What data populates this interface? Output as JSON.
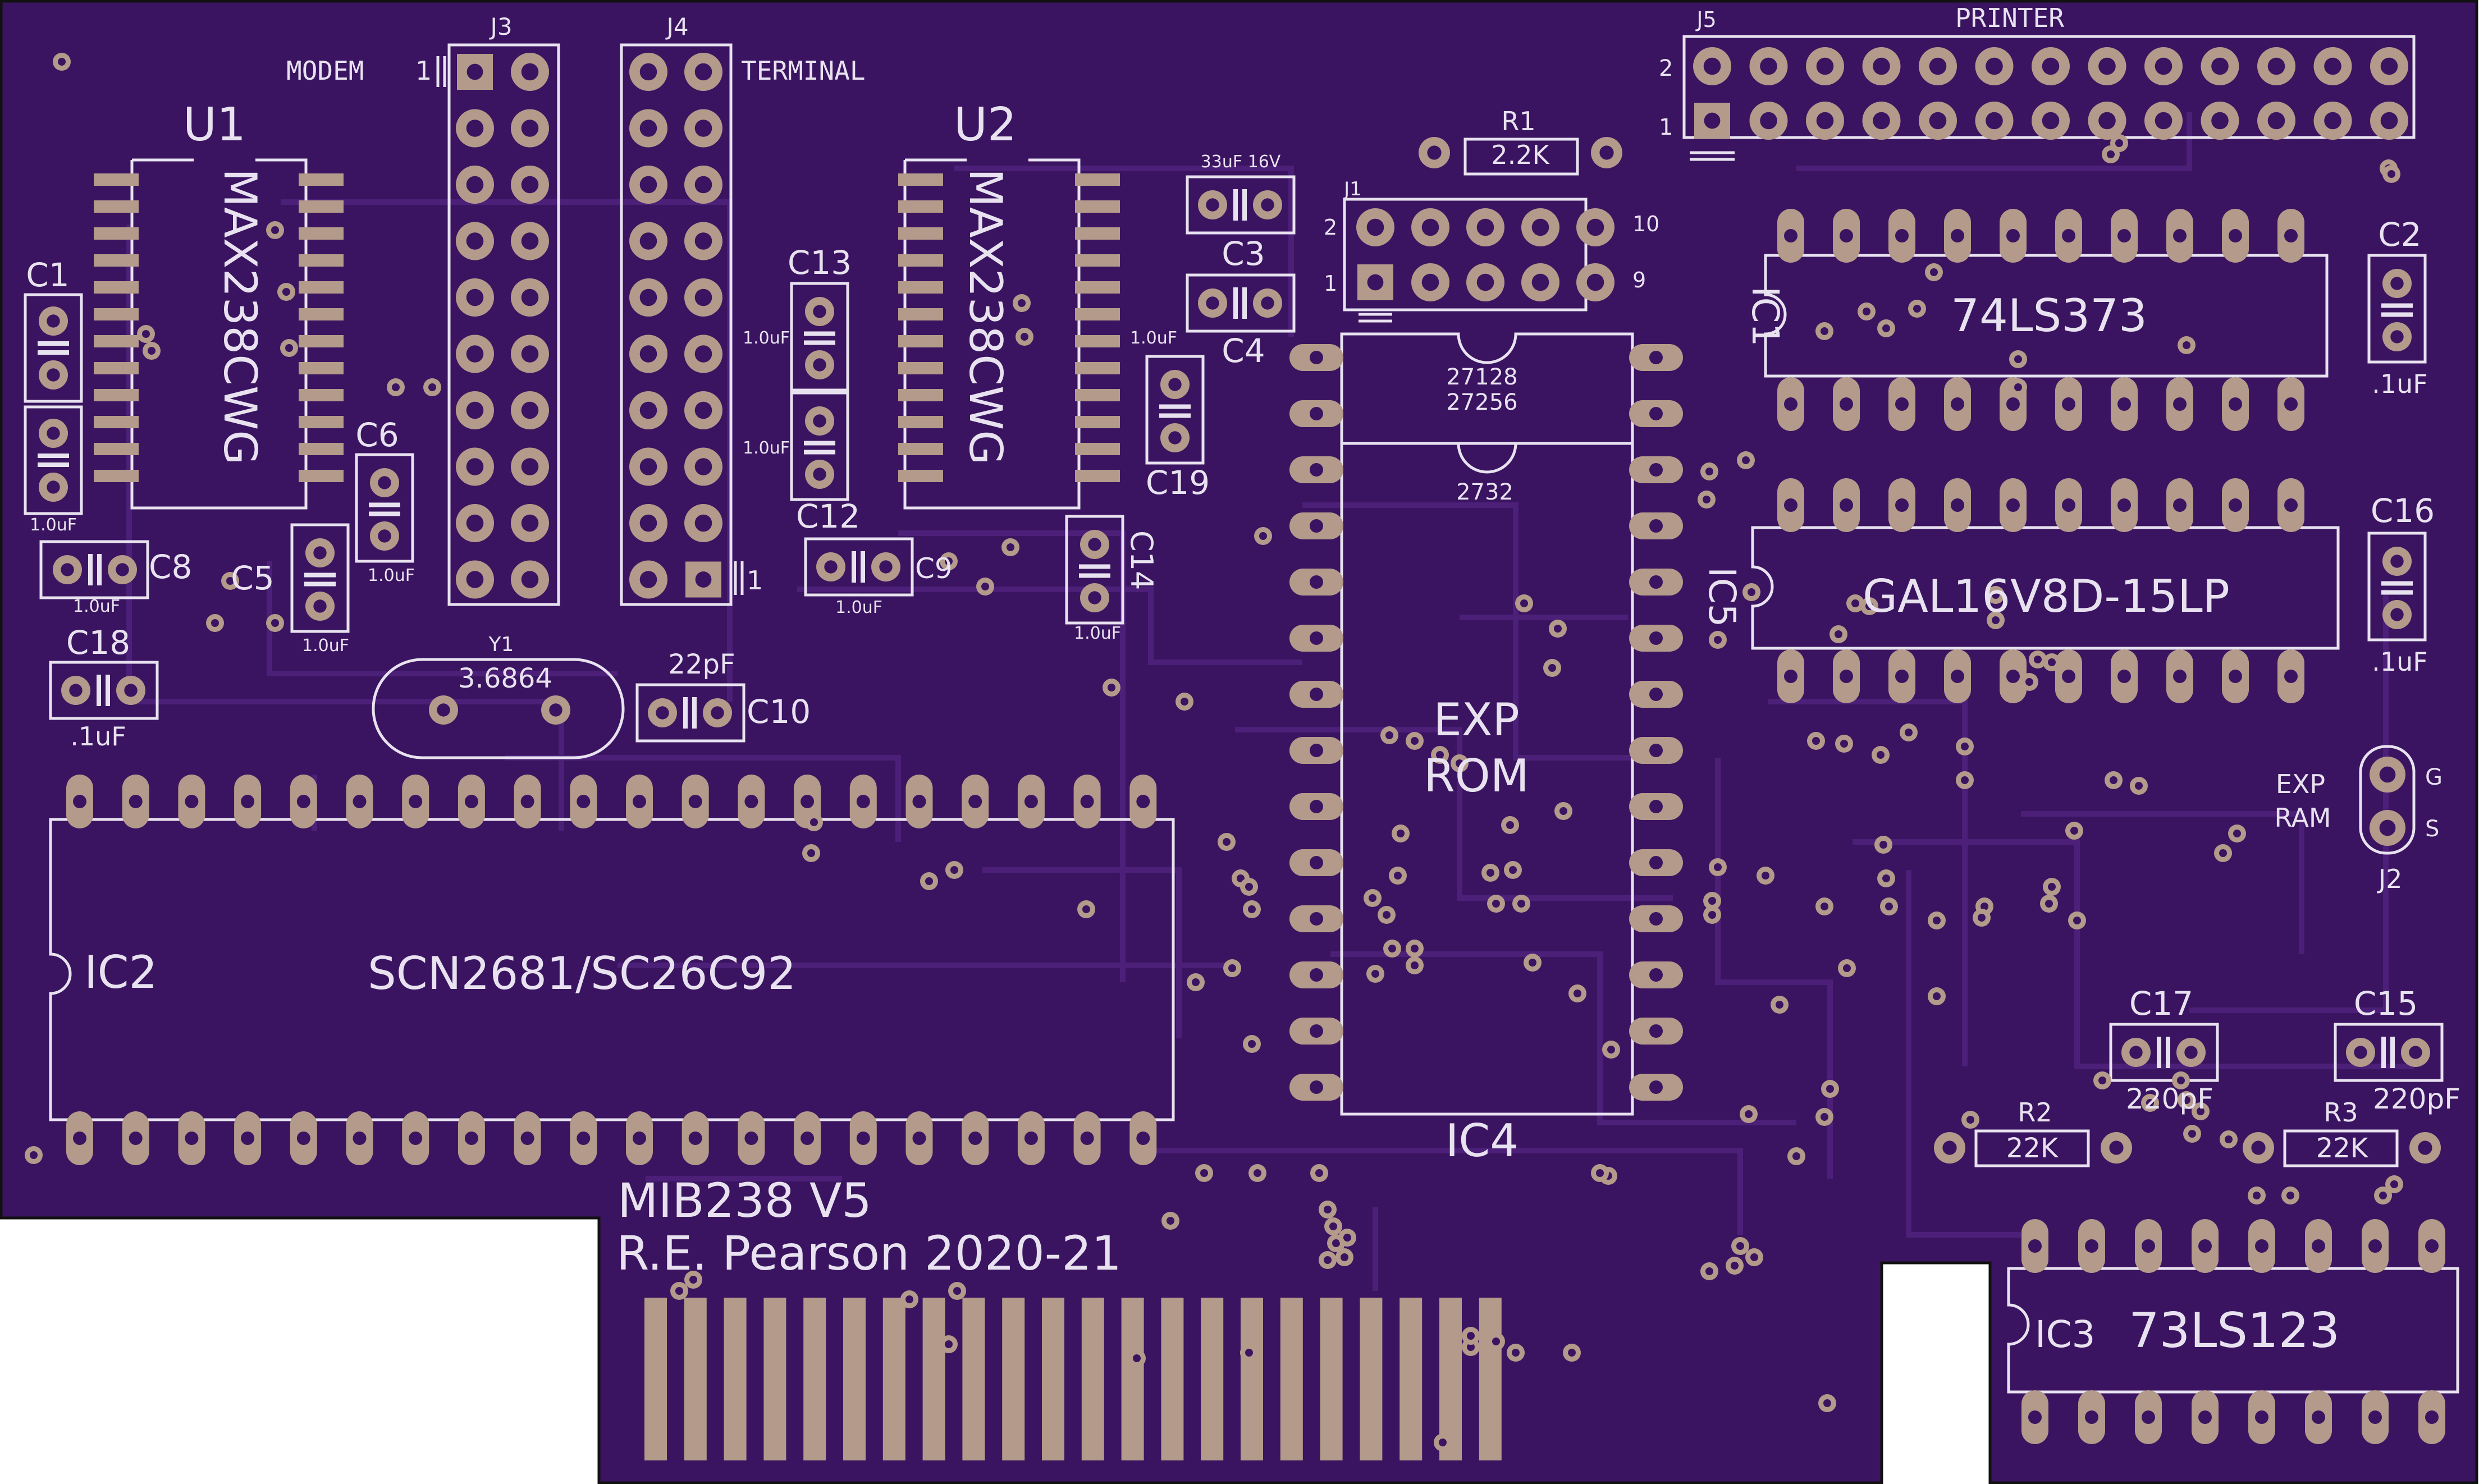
{
  "colors": {
    "soldermask": "#3a1460",
    "trace": "#4c1f78",
    "pad": "#b49a8a",
    "hole": "#3a1460",
    "silkscreen": "#e8e2f0",
    "outline": "#111111"
  },
  "board": {
    "title": "MIB238 V5",
    "author": "R.E. Pearson 2020-21"
  },
  "chips": {
    "u1_ref": "U1",
    "u1_part": "MAX238CWG",
    "u2_ref": "U2",
    "u2_part": "MAX238CWG",
    "ic1_ref": "IC1",
    "ic1_part": "74LS373",
    "ic5_ref": "IC5",
    "ic5_part": "GAL16V8D-15LP",
    "ic2_ref": "IC2",
    "ic2_part": "SCN2681/SC26C92",
    "ic4_ref": "IC4",
    "ic4_line1": "27128",
    "ic4_line2": "27256",
    "ic4_line3": "2732",
    "ic4_label1": "EXP",
    "ic4_label2": "ROM",
    "ic3_ref": "IC3",
    "ic3_part": "73LS123"
  },
  "connectors": {
    "j3": "J3",
    "j3_label": "MODEM",
    "j3_pin": "1",
    "j4": "J4",
    "j4_label": "TERMINAL",
    "j4_pin": "1",
    "j5": "J5",
    "j5_label": "PRINTER",
    "j5_pin2": "2",
    "j5_pin1": "1",
    "j1": "J1",
    "j1_p2": "2",
    "j1_p1": "1",
    "j1_p10": "10",
    "j1_p9": "9",
    "j2": "J2",
    "j2_label1": "EXP",
    "j2_label2": "RAM",
    "j2_g": "G",
    "j2_s": "S"
  },
  "passives": {
    "r1": "R1",
    "r1_val": "2.2K",
    "r2": "R2",
    "r2_val": "22K",
    "r3": "R3",
    "r3_val": "22K",
    "y1": "Y1",
    "y1_val": "3.6864",
    "c1": "C1",
    "c2": "C2",
    "c2_val": ".1uF",
    "c3": "C3",
    "c3_val": "33uF 16V",
    "c4": "C4",
    "c5": "C5",
    "c6": "C6",
    "c6_val": "1.0uF",
    "c7_val": "1.0uF",
    "c5_val": "1.0uF",
    "c8": "C8",
    "c8_val": "1.0uF",
    "c9": "C9",
    "c9_val": "1.0uF",
    "c10": "C10",
    "c10_val": "22pF",
    "c12": "C12",
    "c12_val": "1.0uF",
    "c13": "C13",
    "c13_val": "1.0uF",
    "c14": "C14",
    "c14_val": "1.0uF",
    "c15": "C15",
    "c15_val": "220pF",
    "c16": "C16",
    "c16_val": ".1uF",
    "c17": "C17",
    "c17_val": "220pF",
    "c18": "C18",
    "c18_val": ".1uF",
    "c19": "C19",
    "c19_val": "1.0uF"
  }
}
